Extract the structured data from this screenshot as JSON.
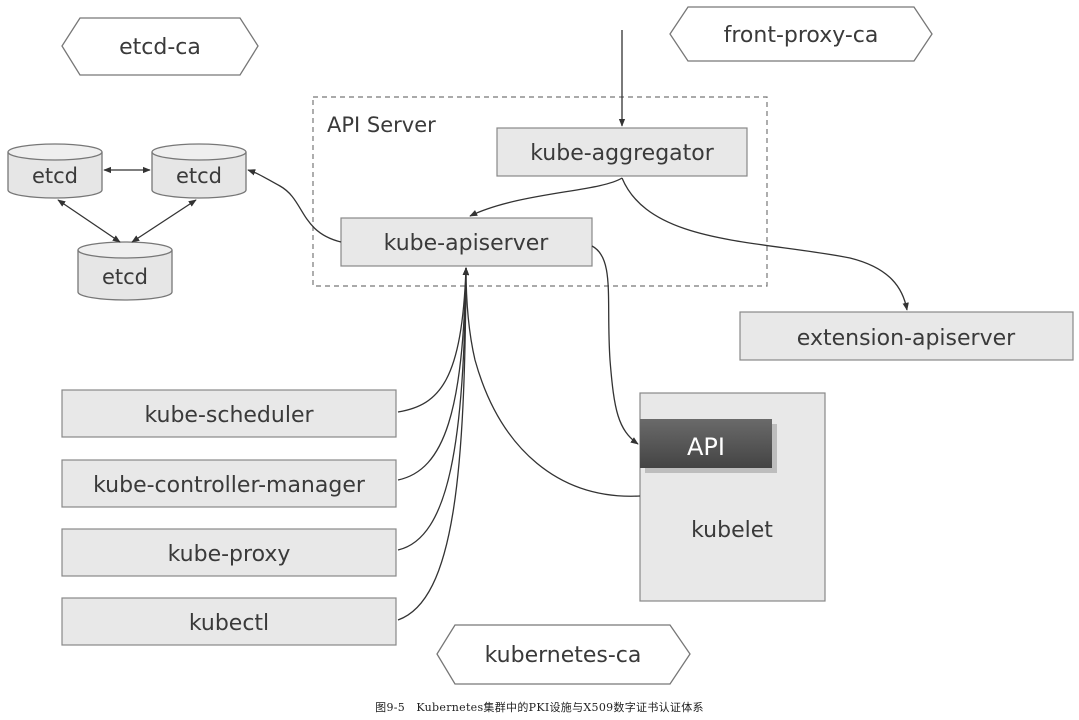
{
  "diagram": {
    "cas": {
      "etcd": "etcd-ca",
      "front_proxy": "front-proxy-ca",
      "kubernetes": "kubernetes-ca"
    },
    "etcd_nodes": [
      "etcd",
      "etcd",
      "etcd"
    ],
    "api_server_group": "API Server",
    "kube_aggregator": "kube-aggregator",
    "kube_apiserver": "kube-apiserver",
    "extension_apiserver": "extension-apiserver",
    "clients": [
      "kube-scheduler",
      "kube-controller-manager",
      "kube-proxy",
      "kubectl"
    ],
    "kubelet": {
      "api": "API",
      "label": "kubelet"
    }
  },
  "caption": "图9-5　Kubernetes集群中的PKI设施与X509数字证书认证体系"
}
